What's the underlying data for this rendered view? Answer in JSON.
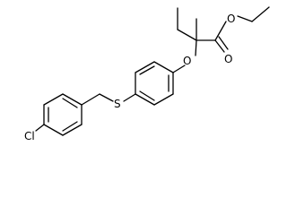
{
  "molecule": {
    "atoms": {
      "chlorine": "Cl",
      "sulfur": "S",
      "ether_oxygen": "O",
      "carbonyl_oxygen": "O",
      "ester_oxygen": "O"
    }
  }
}
